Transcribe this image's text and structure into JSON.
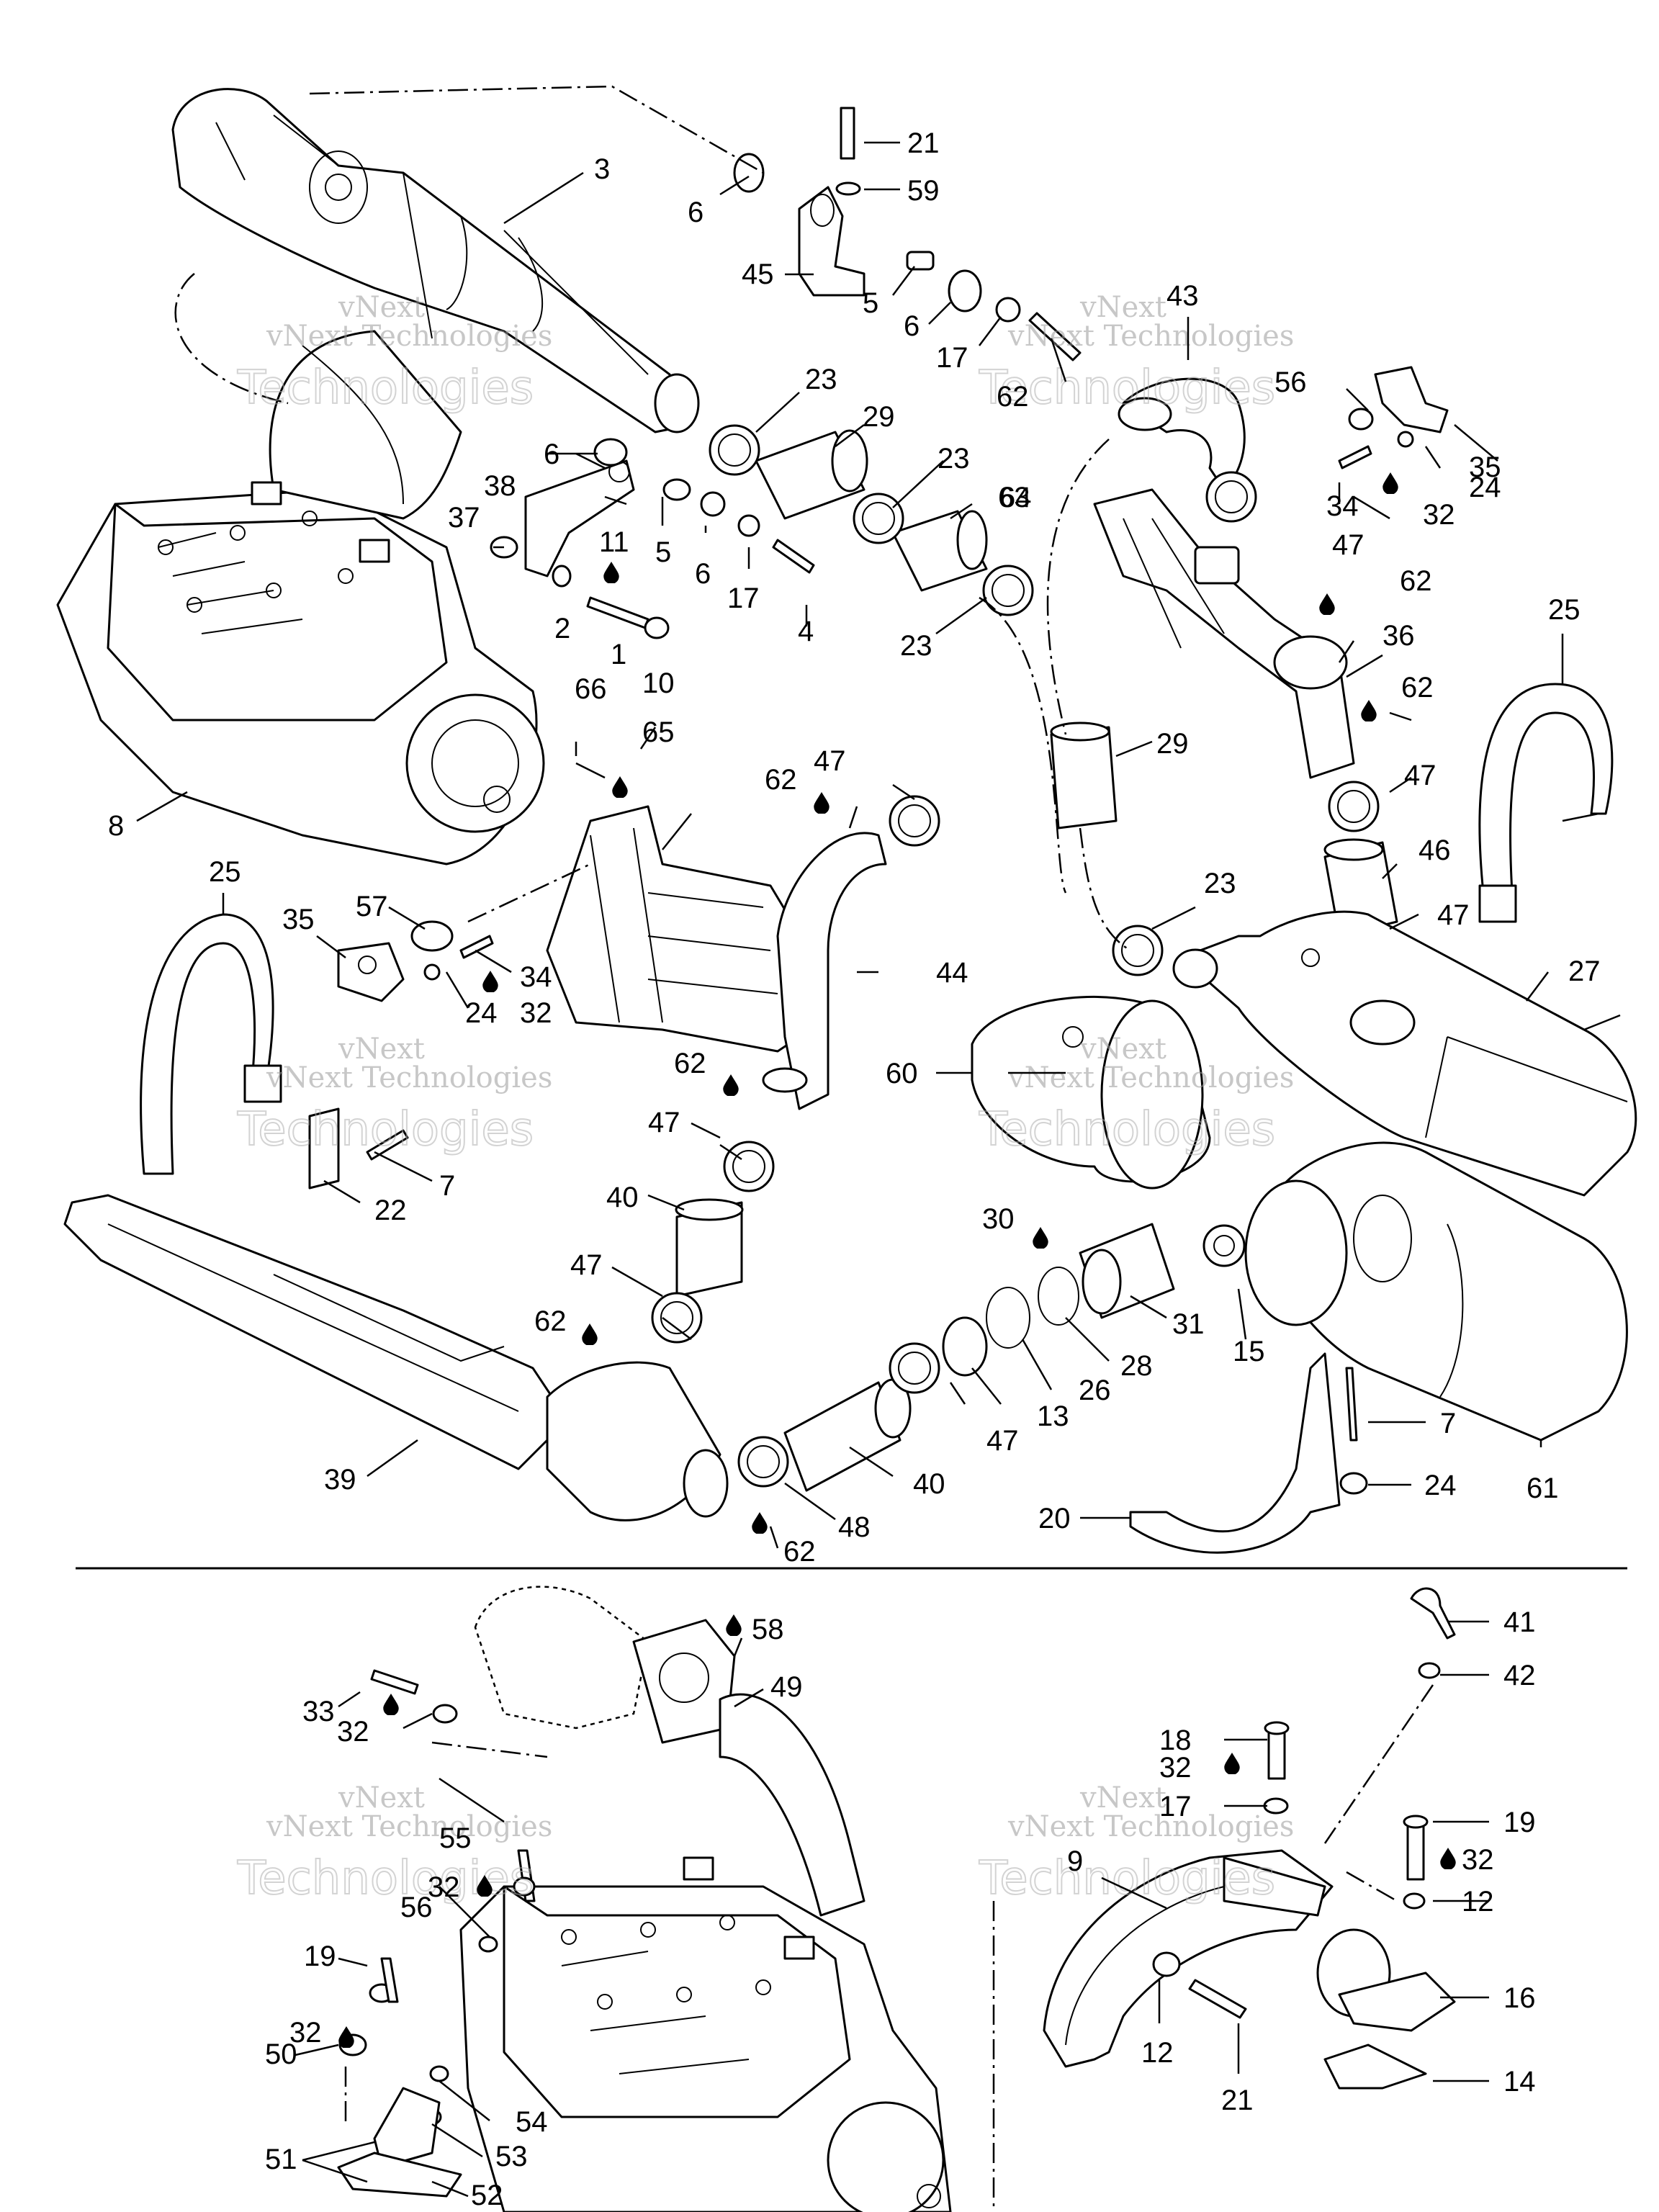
{
  "diagram": {
    "watermark": {
      "line1": "vNext",
      "line2": "vNext Technologies",
      "line3": "Technologies"
    },
    "callouts": [
      {
        "label": "1"
      },
      {
        "label": "2"
      },
      {
        "label": "3"
      },
      {
        "label": "4"
      },
      {
        "label": "5"
      },
      {
        "label": "5"
      },
      {
        "label": "6"
      },
      {
        "label": "6"
      },
      {
        "label": "6"
      },
      {
        "label": "6"
      },
      {
        "label": "7"
      },
      {
        "label": "7"
      },
      {
        "label": "8"
      },
      {
        "label": "9"
      },
      {
        "label": "10"
      },
      {
        "label": "11"
      },
      {
        "label": "12"
      },
      {
        "label": "12"
      },
      {
        "label": "13"
      },
      {
        "label": "14"
      },
      {
        "label": "15"
      },
      {
        "label": "16"
      },
      {
        "label": "17"
      },
      {
        "label": "17"
      },
      {
        "label": "17"
      },
      {
        "label": "18"
      },
      {
        "label": "19"
      },
      {
        "label": "19"
      },
      {
        "label": "20"
      },
      {
        "label": "21"
      },
      {
        "label": "21"
      },
      {
        "label": "22"
      },
      {
        "label": "23"
      },
      {
        "label": "23"
      },
      {
        "label": "23"
      },
      {
        "label": "23"
      },
      {
        "label": "24"
      },
      {
        "label": "24"
      },
      {
        "label": "24"
      },
      {
        "label": "25"
      },
      {
        "label": "25"
      },
      {
        "label": "26"
      },
      {
        "label": "27"
      },
      {
        "label": "28"
      },
      {
        "label": "29"
      },
      {
        "label": "29"
      },
      {
        "label": "30"
      },
      {
        "label": "31"
      },
      {
        "label": "32"
      },
      {
        "label": "32"
      },
      {
        "label": "32"
      },
      {
        "label": "32"
      },
      {
        "label": "32"
      },
      {
        "label": "32"
      },
      {
        "label": "32"
      },
      {
        "label": "33"
      },
      {
        "label": "34"
      },
      {
        "label": "34"
      },
      {
        "label": "35"
      },
      {
        "label": "35"
      },
      {
        "label": "36"
      },
      {
        "label": "37"
      },
      {
        "label": "38"
      },
      {
        "label": "39"
      },
      {
        "label": "40"
      },
      {
        "label": "40"
      },
      {
        "label": "41"
      },
      {
        "label": "42"
      },
      {
        "label": "43"
      },
      {
        "label": "44"
      },
      {
        "label": "45"
      },
      {
        "label": "46"
      },
      {
        "label": "47"
      },
      {
        "label": "47"
      },
      {
        "label": "47"
      },
      {
        "label": "47"
      },
      {
        "label": "47"
      },
      {
        "label": "47"
      },
      {
        "label": "47"
      },
      {
        "label": "48"
      },
      {
        "label": "49"
      },
      {
        "label": "50"
      },
      {
        "label": "51"
      },
      {
        "label": "52"
      },
      {
        "label": "53"
      },
      {
        "label": "54"
      },
      {
        "label": "55"
      },
      {
        "label": "56"
      },
      {
        "label": "56"
      },
      {
        "label": "57"
      },
      {
        "label": "58"
      },
      {
        "label": "59"
      },
      {
        "label": "60"
      },
      {
        "label": "61"
      },
      {
        "label": "62"
      },
      {
        "label": "62"
      },
      {
        "label": "62"
      },
      {
        "label": "62"
      },
      {
        "label": "62"
      },
      {
        "label": "62"
      },
      {
        "label": "62"
      },
      {
        "label": "63"
      },
      {
        "label": "64"
      },
      {
        "label": "65"
      },
      {
        "label": "66"
      }
    ]
  }
}
